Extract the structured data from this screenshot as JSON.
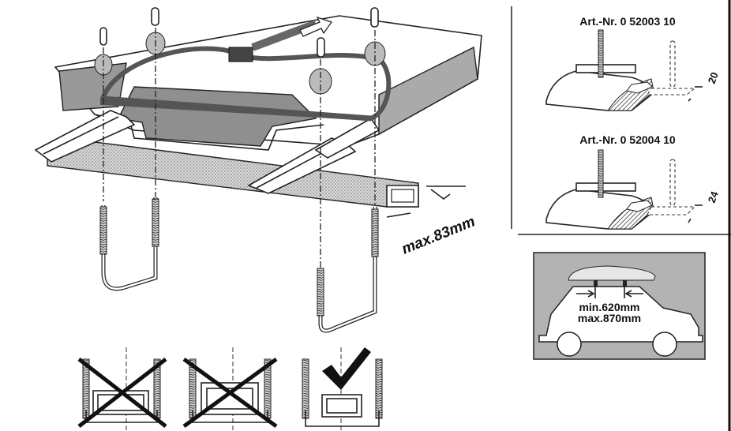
{
  "main_diagram": {
    "max_width_label": "max.83mm"
  },
  "adapters": [
    {
      "article": "Art.-Nr. 0 52003 10",
      "dimension": "20"
    },
    {
      "article": "Art.-Nr. 0 52004 10",
      "dimension": "24"
    }
  ],
  "car_panel": {
    "min_label": "min.620mm",
    "max_label": "max.870mm",
    "background": "#b3b3b3"
  },
  "mounting_examples": [
    {
      "status": "wrong"
    },
    {
      "status": "wrong"
    },
    {
      "status": "correct"
    }
  ]
}
